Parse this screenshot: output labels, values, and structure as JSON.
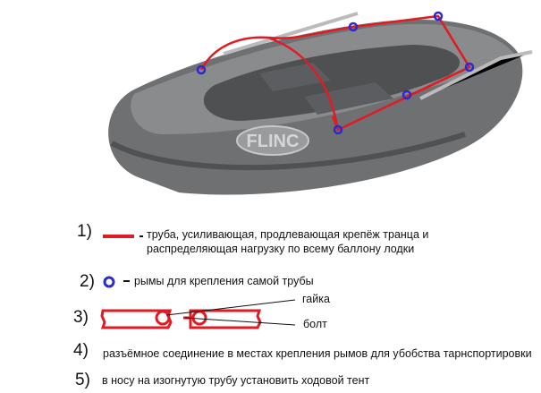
{
  "boat": {
    "brand": "FLINC"
  },
  "colors": {
    "tube": "#e01b24",
    "eye": "#2a2ad0",
    "boat": "#6f7072"
  },
  "legend": [
    {
      "number": "1)",
      "text_line1": "труба, усиливающая, продлевающая крепёж  транца   и",
      "text_line2": "распределяющая нагрузку по всему баллону лодки"
    },
    {
      "number": "2)",
      "text": "рымы для крепления самой трубы"
    },
    {
      "number": "3)",
      "label_nut": "гайка",
      "label_bolt": "болт"
    },
    {
      "number": "4)",
      "text": "разъёмное соединение в местах крепления рымов для убобства тарнспортировки"
    },
    {
      "number": "5)",
      "text": "в носу на изогнутую трубу установить ходовой тент"
    }
  ]
}
